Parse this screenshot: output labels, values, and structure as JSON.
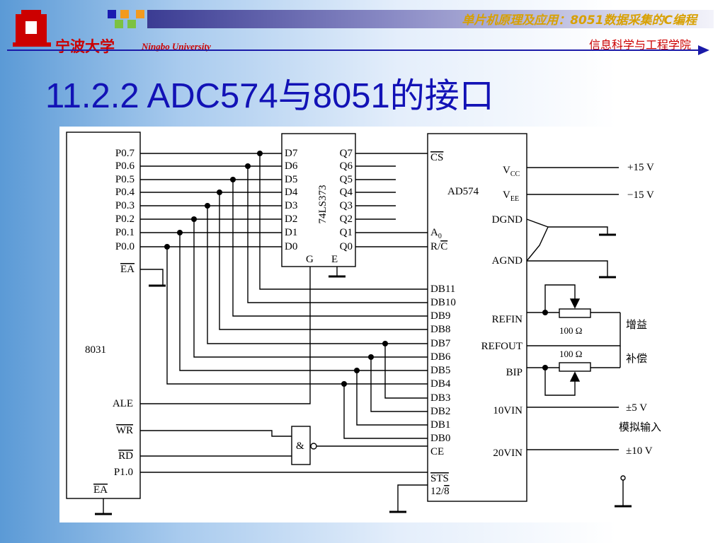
{
  "header": {
    "course": "单片机原理及应用：8051数据采集的C编程",
    "department": "信息科学与工程学院",
    "university_cn": "宁波大学",
    "university_en": "Ningbo University",
    "colors": {
      "accent": "#1a1aa8",
      "brand_red": "#cc0000",
      "course_gold": "#d8a000"
    }
  },
  "slide": {
    "title": "11.2.2   ADC574与8051的接口"
  },
  "diagram": {
    "cpu": {
      "name": "8031",
      "ports": [
        "P0.7",
        "P0.6",
        "P0.5",
        "P0.4",
        "P0.3",
        "P0.2",
        "P0.1",
        "P0.0"
      ],
      "ea": "EA",
      "ale": "ALE",
      "wr": "WR",
      "rd": "RD",
      "p10": "P1.0",
      "ea2": "EA"
    },
    "latch": {
      "name": "74LS373",
      "d": [
        "D7",
        "D6",
        "D5",
        "D4",
        "D3",
        "D2",
        "D1",
        "D0"
      ],
      "q": [
        "Q7",
        "Q6",
        "Q5",
        "Q4",
        "Q3",
        "Q2",
        "Q1",
        "Q0"
      ],
      "g": "G",
      "e": "E"
    },
    "adc": {
      "name": "AD574",
      "left": [
        "CS",
        "A",
        "R/",
        "DB11",
        "DB10",
        "DB9",
        "DB8",
        "DB7",
        "DB6",
        "DB5",
        "DB4",
        "DB3",
        "DB2",
        "DB1",
        "DB0",
        "CE",
        "STS",
        "12/"
      ],
      "a_sub": "0",
      "rc_bar": "C",
      "eight": "8",
      "vcc": "V",
      "vcc_sub": "CC",
      "vee": "V",
      "vee_sub": "EE",
      "dgnd": "DGND",
      "agnd": "AGND",
      "refin": "REFIN",
      "refout": "REFOUT",
      "bip": "BIP",
      "vin10": "10VIN",
      "vin20": "20VIN"
    },
    "gate": "&",
    "labels": {
      "plus15": "+15 V",
      "minus15": "−15 V",
      "r1": "100 Ω",
      "r2": "100 Ω",
      "gain": "增益",
      "comp": "补偿",
      "pm5": "±5 V",
      "analog": "模拟输入",
      "pm10": "±10 V"
    }
  }
}
